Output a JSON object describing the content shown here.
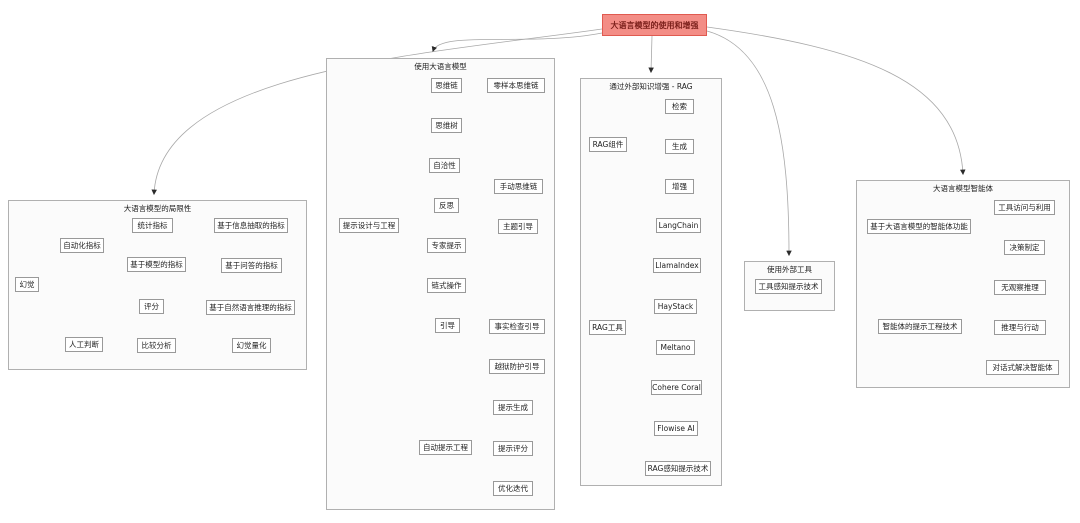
{
  "diagram": {
    "root": {
      "label": "大语言模型的使用和增强"
    },
    "groups": {
      "limitations": {
        "title": "大语言模型的局限性",
        "nodes": {
          "hallucination": "幻觉",
          "automated_metrics": "自动化指标",
          "statistical_metrics": "统计指标",
          "model_based_metrics": "基于模型的指标",
          "ie_based_metrics": "基于信息抽取的指标",
          "qa_based_metrics": "基于问答的指标",
          "nli_based_metrics": "基于自然语言推理的指标",
          "human_judgment": "人工判断",
          "scoring": "评分",
          "comparative_analysis": "比较分析",
          "hallucination_quantification": "幻觉量化"
        }
      },
      "using_llms": {
        "title": "使用大语言模型",
        "nodes": {
          "prompt_design_engineering": "提示设计与工程",
          "chain_of_thought": "思维链",
          "zero_shot_cot": "零样本思维链",
          "tree_of_thought": "思维树",
          "self_consistency": "自洽性",
          "manual_cot": "手动思维链",
          "reflection": "反思",
          "expert_prompting": "专家提示",
          "chains": "链式操作",
          "topical_rails": "主题引导",
          "rails": "引导",
          "fact_check_rails": "事实检查引导",
          "jailbreak_rails": "越狱防护引导",
          "auto_prompt_engineering": "自动提示工程",
          "prompt_generation": "提示生成",
          "prompt_scoring": "提示评分",
          "optimization_iteration": "优化迭代"
        }
      },
      "rag": {
        "title": "通过外部知识增强 - RAG",
        "nodes": {
          "rag_components": "RAG组件",
          "retrieval": "检索",
          "generation": "生成",
          "augmentation": "增强",
          "rag_tools": "RAG工具",
          "langchain": "LangChain",
          "llamaindex": "LlamaIndex",
          "haystack": "HayStack",
          "meltano": "Meltano",
          "cohere_coral": "Cohere Coral",
          "flowise_ai": "Flowise AI",
          "rag_aware_prompting": "RAG感知提示技术"
        }
      },
      "external_tools": {
        "title": "使用外部工具",
        "nodes": {
          "tool_aware_prompting": "工具感知提示技术"
        }
      },
      "agents": {
        "title": "大语言模型智能体",
        "nodes": {
          "agent_functions": "基于大语言模型的智能体功能",
          "tool_access": "工具访问与利用",
          "decision_making": "决策制定",
          "agent_prompting": "智能体的提示工程技术",
          "rewoo": "无观察推理",
          "react": "推理与行动",
          "dera": "对话式解决智能体"
        }
      }
    },
    "colors": {
      "root_fill": "#f38d86",
      "root_border": "#e05a50",
      "root_text": "#7a1f1a",
      "node_fill": "#ffffff",
      "node_border": "#999999",
      "node_text": "#1f1f1f",
      "group_fill": "#fbfbfb",
      "group_border": "#b0b0b0",
      "edge": "#a8a8a8",
      "arrow": "#2b2b2b",
      "background": "#ffffff"
    }
  }
}
